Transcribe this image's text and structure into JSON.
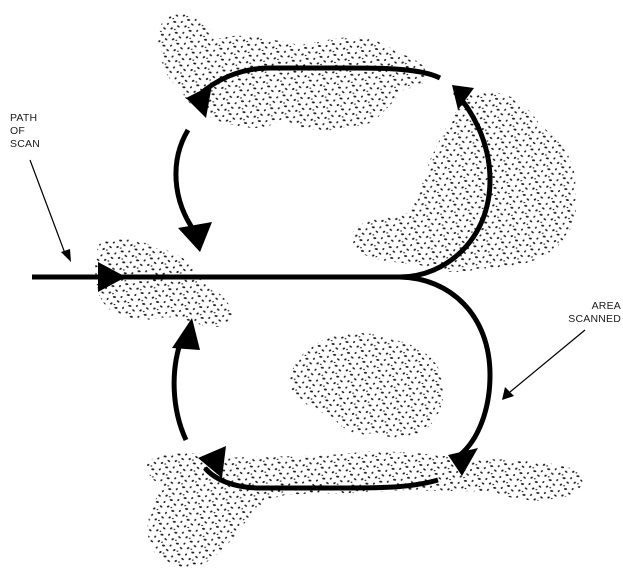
{
  "labels": {
    "path_of_scan": [
      "PATH",
      "OF",
      "SCAN"
    ],
    "area_scanned": [
      "AREA",
      "SCANNED"
    ]
  },
  "colors": {
    "ink": "#000000",
    "stipple": "#1a1a1a",
    "background": "#ffffff"
  }
}
